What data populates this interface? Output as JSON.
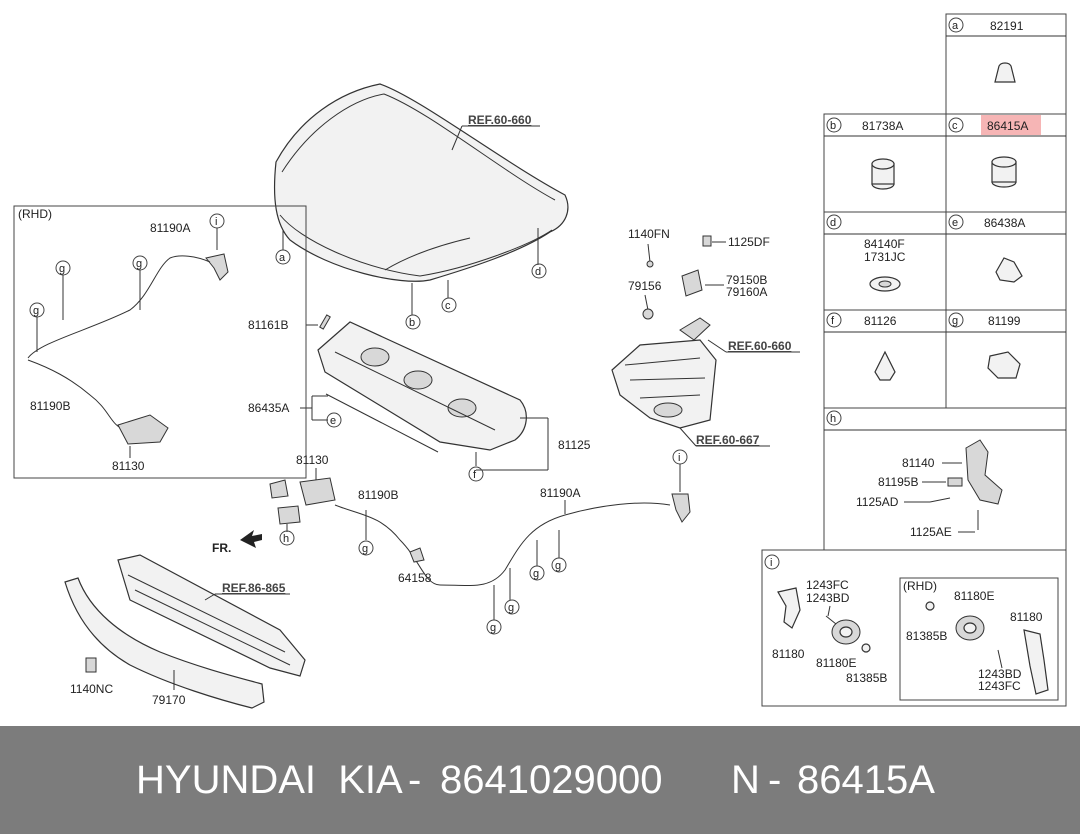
{
  "refs": {
    "hood": "REF.60-660",
    "hinge": "REF.60-660",
    "body": "REF.60-667",
    "bumper": "REF.86-865"
  },
  "main_labels": {
    "p81161B": "81161B",
    "p86435A": "86435A",
    "p81125": "81125",
    "p1140FN": "1140FN",
    "p1125DF": "1125DF",
    "p79150B": "79150B",
    "p79160A": "79160A",
    "p79156": "79156",
    "p81130": "81130",
    "p81190B": "81190B",
    "p81190A": "81190A",
    "p64158": "64158",
    "p1140NC": "1140NC",
    "p79170": "79170",
    "fr": "FR."
  },
  "rhd_box": {
    "title": "(RHD)",
    "p81190A": "81190A",
    "p81190B": "81190B",
    "p81130": "81130"
  },
  "circle_letters": {
    "a": "a",
    "b": "b",
    "c": "c",
    "d": "d",
    "e": "e",
    "f": "f",
    "g": "g",
    "h": "h",
    "i": "i"
  },
  "legend": {
    "a": "82191",
    "b": "81738A",
    "c": "86415A",
    "d1": "84140F",
    "d2": "1731JC",
    "e": "86438A",
    "f": "81126",
    "g": "81199",
    "h_81140": "81140",
    "h_81195B": "81195B",
    "h_1125AD": "1125AD",
    "h_1125AE": "1125AE"
  },
  "detail_i": {
    "p1243FC": "1243FC",
    "p1243BD": "1243BD",
    "p81180": "81180",
    "p81180E": "81180E",
    "p81385B": "81385B",
    "rhd_title": "(RHD)",
    "rhd_81180E": "81180E",
    "rhd_81180": "81180",
    "rhd_81385B": "81385B",
    "rhd_1243BD": "1243BD",
    "rhd_1243FC": "1243FC"
  },
  "footer": {
    "brand": "HYUNDAI  KIA",
    "sep1": "-",
    "part_number": "8641029000",
    "n_label": "N",
    "sep2": "-",
    "ref_number": "86415A"
  },
  "colors": {
    "highlight": "#f6b5b5",
    "footer_bg": "#7c7c7c",
    "footer_text": "#ffffff"
  }
}
